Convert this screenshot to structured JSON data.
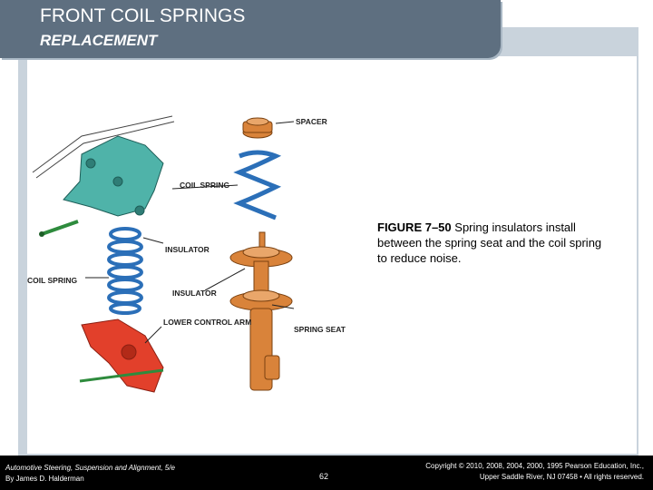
{
  "slide": {
    "title": "FRONT COIL SPRINGS",
    "subtitle": "REPLACEMENT"
  },
  "figure": {
    "labels": {
      "spacer": "SPACER",
      "coil_spring_top": "COIL SPRING",
      "insulator_1": "INSULATOR",
      "coil_spring_left": "COIL SPRING",
      "insulator_2": "INSULATOR",
      "lower_control_arm": "LOWER CONTROL ARM",
      "spring_seat": "SPRING SEAT"
    },
    "caption_id": "FIGURE 7–50",
    "caption_text": " Spring insulators install between the spring seat and the coil spring to reduce noise."
  },
  "footer": {
    "book_title": "Automotive Steering, Suspension and Alignment, 5/e",
    "author": "By James D. Halderman",
    "page": "62",
    "copyright": "Copyright © 2010, 2008, 2004, 2000, 1995 Pearson Education, Inc.,",
    "address": "Upper Saddle River, NJ 07458 • All rights reserved."
  }
}
